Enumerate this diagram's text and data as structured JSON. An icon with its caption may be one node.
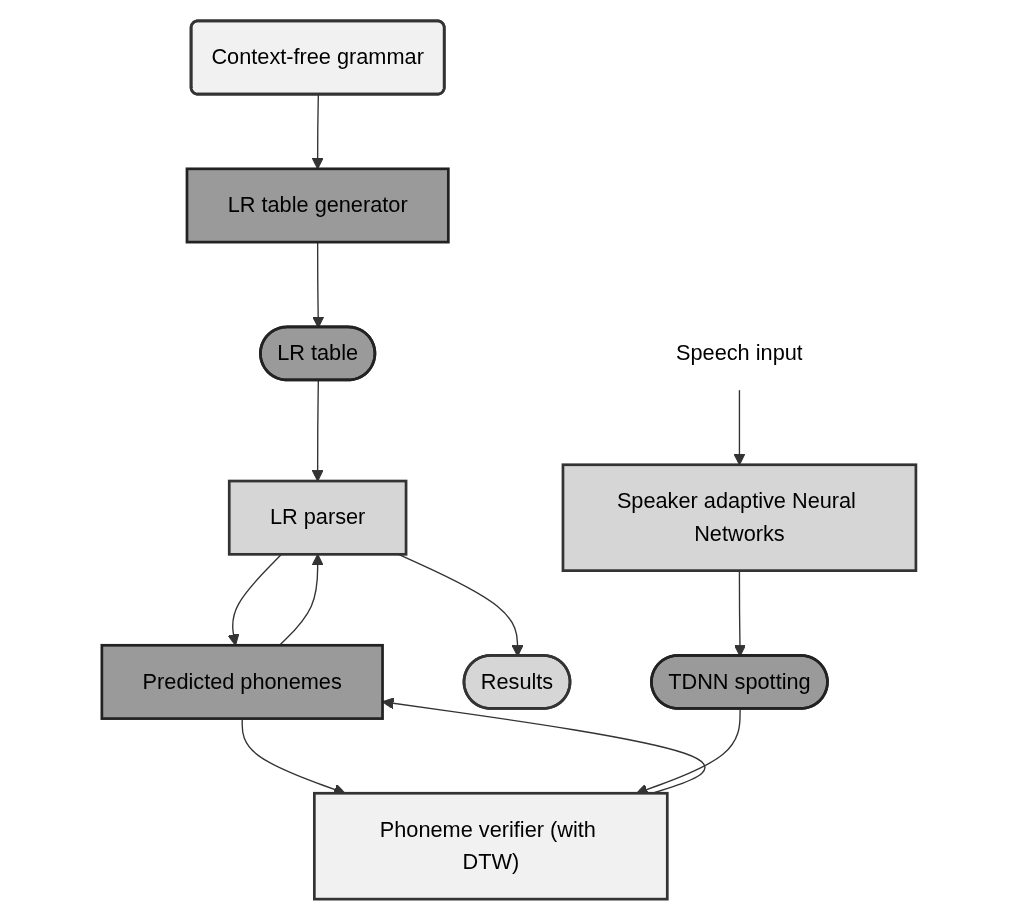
{
  "diagram": {
    "nodes": [
      {
        "text": [
          "Context-free grammar"
        ]
      },
      {
        "text": [
          "LR table generator"
        ]
      },
      {
        "text": [
          "LR table"
        ]
      },
      {
        "text": [
          "Predicted phonemes"
        ]
      },
      {
        "text": [
          "LR parser"
        ]
      },
      {
        "text": [
          "Results"
        ]
      },
      {
        "text": [
          "Phoneme verifier (with DTW)"
        ]
      },
      {
        "text": [
          "TDNN spotting"
        ]
      },
      {
        "text": [
          "Speaker adaptive Neural Networks"
        ]
      },
      {
        "text": [
          "Speech input"
        ]
      }
    ],
    "edges": [
      {
        "from": 0,
        "to": 1,
        "arrow": "to"
      },
      {
        "from": 1,
        "to": 2,
        "arrow": "to"
      },
      {
        "from": 2,
        "to": 4,
        "arrow": "to"
      },
      {
        "from": 4,
        "to": 3,
        "arrow": "to"
      },
      {
        "from": 3,
        "to": 4,
        "arrow": "to"
      },
      {
        "from": 4,
        "to": 5,
        "arrow": "to"
      },
      {
        "from": 3,
        "to": 6,
        "arrow": "to"
      },
      {
        "from": 6,
        "to": 3,
        "arrow": "to"
      },
      {
        "from": 7,
        "to": 6,
        "arrow": "to"
      },
      {
        "from": 8,
        "to": 7,
        "arrow": "to"
      },
      {
        "from": 9,
        "to": 8,
        "arrow": "to"
      }
    ]
  }
}
